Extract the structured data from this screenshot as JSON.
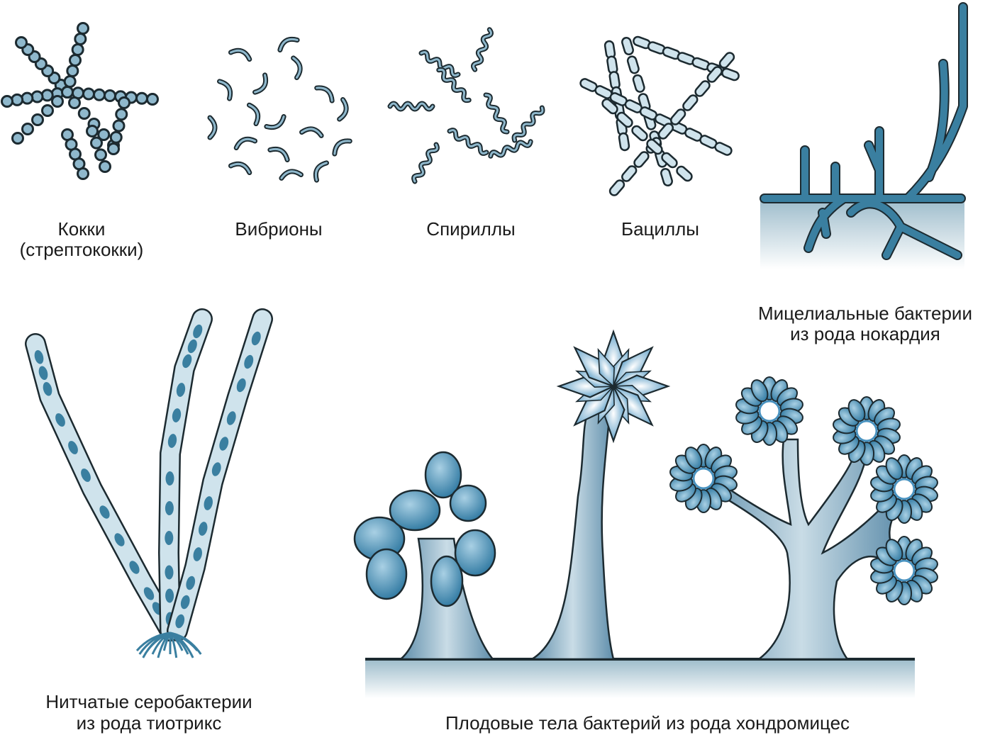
{
  "labels": {
    "cocci_1": "Кокки",
    "cocci_2": "(стрептококки)",
    "vibrios": "Вибрионы",
    "spirilla": "Спириллы",
    "bacilli": "Бациллы",
    "nocardia_1": "Мицелиальные бактерии",
    "nocardia_2": "из рода нокардия",
    "thiothrix_1": "Нитчатые серобактерии",
    "thiothrix_2": "из рода тиотрикс",
    "chondromyces": "Плодовые тела бактерий из рода хондромицес"
  },
  "colors": {
    "cell_fill": "#8fb8cc",
    "outline": "#1c2a30",
    "dark_blue": "#3a7fa0",
    "light_blue": "#cfe3ec",
    "stalk": "#7fa6bf"
  }
}
